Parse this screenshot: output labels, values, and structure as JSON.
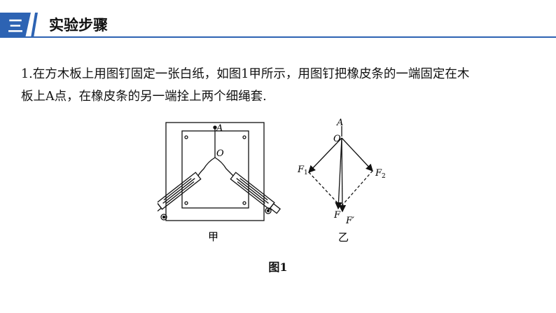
{
  "section": {
    "badge": "三",
    "title": "实验步骤"
  },
  "body": {
    "line1": "1.在方木板上用图钉固定一张白纸，如图1甲所示，用图钉把橡皮条的一端固定在木",
    "line2": "板上A点，在橡皮条的另一端拴上两个细绳套."
  },
  "figure": {
    "left": {
      "label_A": "A",
      "label_O": "O",
      "sub_caption": "甲"
    },
    "right": {
      "label_A": "A",
      "label_O": "O",
      "label_F1": "F",
      "label_F1_sub": "1",
      "label_F2": "F",
      "label_F2_sub": "2",
      "label_F": "F",
      "label_Fprime": "F′",
      "sub_caption": "乙"
    },
    "caption": "图1"
  }
}
